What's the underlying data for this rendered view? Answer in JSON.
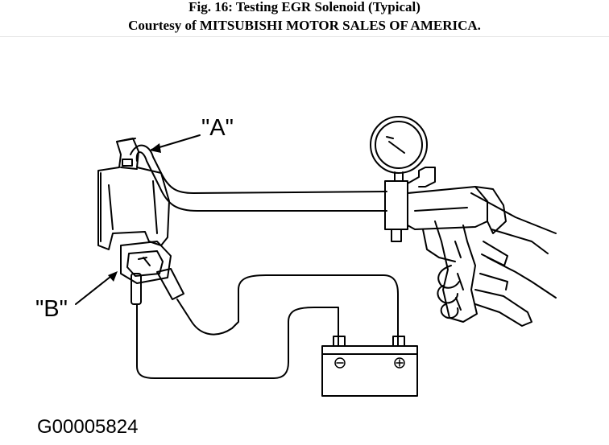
{
  "caption": {
    "title": "Fig. 16: Testing EGR Solenoid (Typical)",
    "courtesy": "Courtesy of MITSUBISHI MOTOR SALES OF AMERICA."
  },
  "labels": {
    "a": "\"A\"",
    "b": "\"B\""
  },
  "battery": {
    "negative": "⊖",
    "positive": "⊕"
  },
  "figure_id": "G00005824",
  "colors": {
    "line": "#000000",
    "background": "#ffffff"
  }
}
